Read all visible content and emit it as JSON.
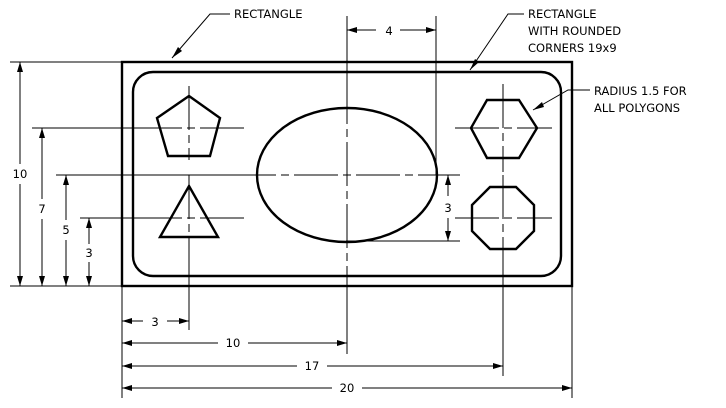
{
  "labels": {
    "rectangle": "RECTANGLE",
    "rounded_line1": "RECTANGLE",
    "rounded_line2": "WITH ROUNDED",
    "rounded_line3": "CORNERS 19x9",
    "radius_line1": "RADIUS 1.5 FOR",
    "radius_line2": "ALL POLYGONS"
  },
  "dimensions": {
    "top_4": "4",
    "right_3": "3",
    "left_10": "10",
    "left_7": "7",
    "left_5": "5",
    "left_3": "3",
    "bottom_3": "3",
    "bottom_10": "10",
    "bottom_17": "17",
    "bottom_20": "20"
  }
}
